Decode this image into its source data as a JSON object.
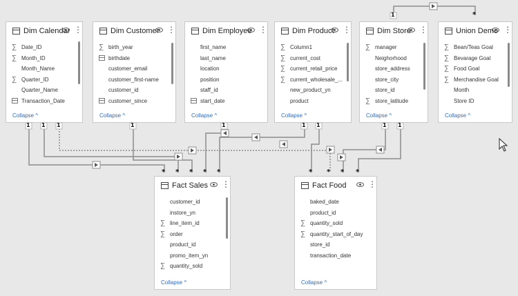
{
  "tables": {
    "dim_calendar": {
      "title": "Dim Calendar",
      "collapse": "Collapse ^",
      "fields": [
        {
          "name": "Date_ID",
          "icon": "sigma-icon"
        },
        {
          "name": "Month_ID",
          "icon": "sigma-icon"
        },
        {
          "name": "Month_Name",
          "icon": ""
        },
        {
          "name": "Quarter_ID",
          "icon": "sigma-icon"
        },
        {
          "name": "Quarter_Name",
          "icon": ""
        },
        {
          "name": "Transaction_Date",
          "icon": "calendar-icon"
        }
      ]
    },
    "dim_customer": {
      "title": "Dim Customer",
      "collapse": "Collapse ^",
      "fields": [
        {
          "name": "birth_year",
          "icon": "sigma-icon"
        },
        {
          "name": "birthdate",
          "icon": "calendar-icon"
        },
        {
          "name": "customer_email",
          "icon": ""
        },
        {
          "name": "customer_first-name",
          "icon": ""
        },
        {
          "name": "customer_id",
          "icon": ""
        },
        {
          "name": "customer_since",
          "icon": "calendar-icon"
        }
      ]
    },
    "dim_employee": {
      "title": "Dim Employee",
      "collapse": "Collapse ^",
      "fields": [
        {
          "name": "first_name",
          "icon": ""
        },
        {
          "name": "last_name",
          "icon": ""
        },
        {
          "name": "location",
          "icon": ""
        },
        {
          "name": "position",
          "icon": ""
        },
        {
          "name": "staff_id",
          "icon": ""
        },
        {
          "name": "start_date",
          "icon": "calendar-icon"
        }
      ]
    },
    "dim_product": {
      "title": "Dim Product",
      "collapse": "Collapse ^",
      "fields": [
        {
          "name": "Column1",
          "icon": "sigma-icon"
        },
        {
          "name": "current_cost",
          "icon": "sigma-icon"
        },
        {
          "name": "current_retail_price",
          "icon": "sigma-icon"
        },
        {
          "name": "current_wholesale_...",
          "icon": "sigma-icon"
        },
        {
          "name": "new_product_yn",
          "icon": ""
        },
        {
          "name": "product",
          "icon": ""
        }
      ]
    },
    "dim_store": {
      "title": "Dim Store",
      "collapse": "Collapse ^",
      "fields": [
        {
          "name": "manager",
          "icon": "sigma-icon"
        },
        {
          "name": "Neighorhood",
          "icon": ""
        },
        {
          "name": "store_address",
          "icon": ""
        },
        {
          "name": "store_city",
          "icon": ""
        },
        {
          "name": "store_id",
          "icon": ""
        },
        {
          "name": "store_latitude",
          "icon": "sigma-icon"
        }
      ]
    },
    "union_demo": {
      "title": "Union Demo",
      "collapse": "Collapse ^",
      "fields": [
        {
          "name": "Bean/Teas Goal",
          "icon": "sigma-icon"
        },
        {
          "name": "Bevarage Goal",
          "icon": "sigma-icon"
        },
        {
          "name": "Food Goal",
          "icon": "sigma-icon"
        },
        {
          "name": "Merchandise Goal",
          "icon": "sigma-icon"
        },
        {
          "name": "Month",
          "icon": ""
        },
        {
          "name": "Store ID",
          "icon": ""
        }
      ]
    },
    "fact_sales": {
      "title": "Fact Sales",
      "collapse": "Collapse ^",
      "fields": [
        {
          "name": "customer_id",
          "icon": ""
        },
        {
          "name": "instore_yn",
          "icon": ""
        },
        {
          "name": "line_item_id",
          "icon": "sigma-icon"
        },
        {
          "name": "order",
          "icon": "sigma-icon"
        },
        {
          "name": "product_id",
          "icon": ""
        },
        {
          "name": "promo_item_yn",
          "icon": ""
        },
        {
          "name": "quantity_sold",
          "icon": "sigma-icon"
        }
      ]
    },
    "fact_food": {
      "title": "Fact Food",
      "collapse": "Collapse ^",
      "fields": [
        {
          "name": "baked_date",
          "icon": ""
        },
        {
          "name": "product_id",
          "icon": ""
        },
        {
          "name": "quantity_sold",
          "icon": "sigma-icon"
        },
        {
          "name": "quantity_start_of_day",
          "icon": "sigma-icon"
        },
        {
          "name": "store_id",
          "icon": ""
        },
        {
          "name": "transaction_date",
          "icon": ""
        }
      ]
    }
  },
  "cardinality": {
    "one": "1",
    "many": "*"
  },
  "colors": {
    "line": "#8c8c8c",
    "link": "#2b6cc4",
    "background": "#e8e8e8"
  }
}
